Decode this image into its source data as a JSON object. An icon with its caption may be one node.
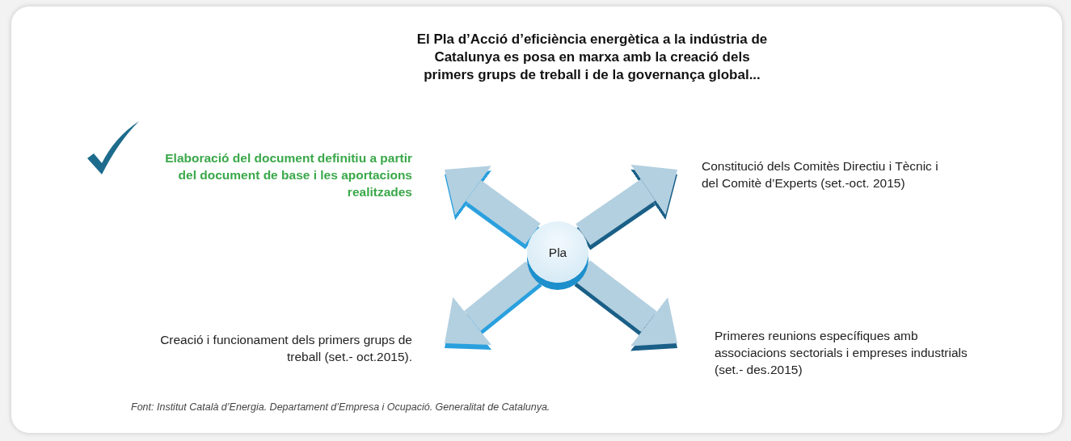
{
  "diagram": {
    "title": "El Pla d’Acció d’eficiència energètica a la indústria de Catalunya es posa en marxa amb la creació dels primers grups de treball i de la governança global...",
    "caption": "Font: Institut Català d’Energia. Departament d’Empresa i Ocupació. Generalitat de Catalunya.",
    "nodes": [
      {
        "text": [
          "Pla"
        ]
      },
      {
        "text": [
          "Elaboració del document definitiu a partir del document de base i les aportacions realitzades"
        ]
      },
      {
        "text": [
          "Constitució dels Comitès Directiu i Tècnic i del Comitè d’Experts (set.-oct. 2015)"
        ]
      },
      {
        "text": [
          "Creació i funcionament dels primers grups de treball (set.- oct.2015)."
        ]
      },
      {
        "text": [
          "Primeres reunions específiques amb associacions sectorials i empreses industrials  (set.- des.2015)"
        ]
      }
    ],
    "edges": [
      {
        "from": 0,
        "to": 1,
        "arrow": "to"
      },
      {
        "from": 0,
        "to": 2,
        "arrow": "to"
      },
      {
        "from": 0,
        "to": 3,
        "arrow": "to"
      },
      {
        "from": 0,
        "to": 4,
        "arrow": "to"
      }
    ]
  }
}
